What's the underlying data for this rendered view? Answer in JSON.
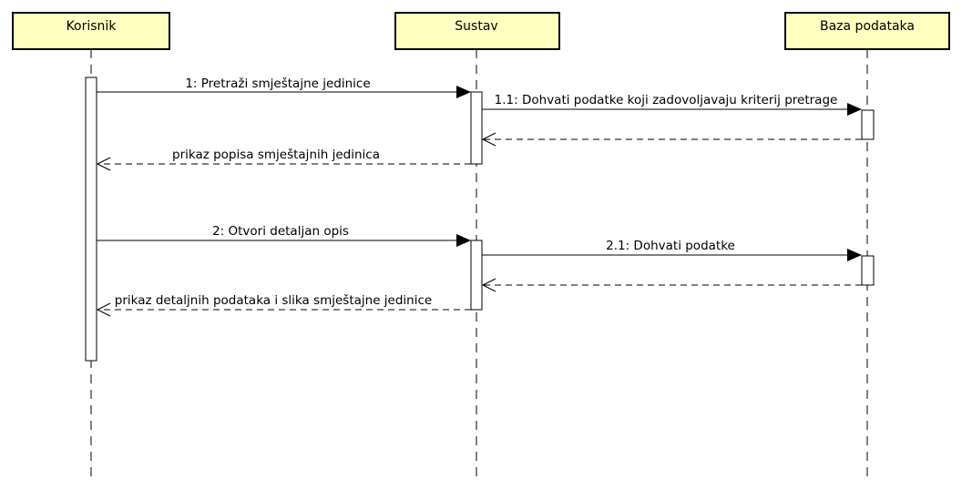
{
  "participants": [
    {
      "name": "Korisnik"
    },
    {
      "name": "Sustav"
    },
    {
      "name": "Baza podataka"
    }
  ],
  "messages": [
    {
      "label": "1: Pretraži smještajne jedinice",
      "type": "sync"
    },
    {
      "label": "1.1: Dohvati podatke koji zadovoljavaju kriterij pretrage",
      "type": "sync"
    },
    {
      "label": "",
      "type": "return"
    },
    {
      "label": "prikaz popisa smještajnih jedinica",
      "type": "return"
    },
    {
      "label": "2: Otvori detaljan opis",
      "type": "sync"
    },
    {
      "label": "2.1: Dohvati podatke",
      "type": "sync"
    },
    {
      "label": "",
      "type": "return"
    },
    {
      "label": "prikaz detaljnih podataka i slika smještajne jedinice",
      "type": "return"
    }
  ],
  "colors": {
    "header_fill": "#ffffc0",
    "line": "#000000",
    "activation_fill": "#ffffff"
  }
}
